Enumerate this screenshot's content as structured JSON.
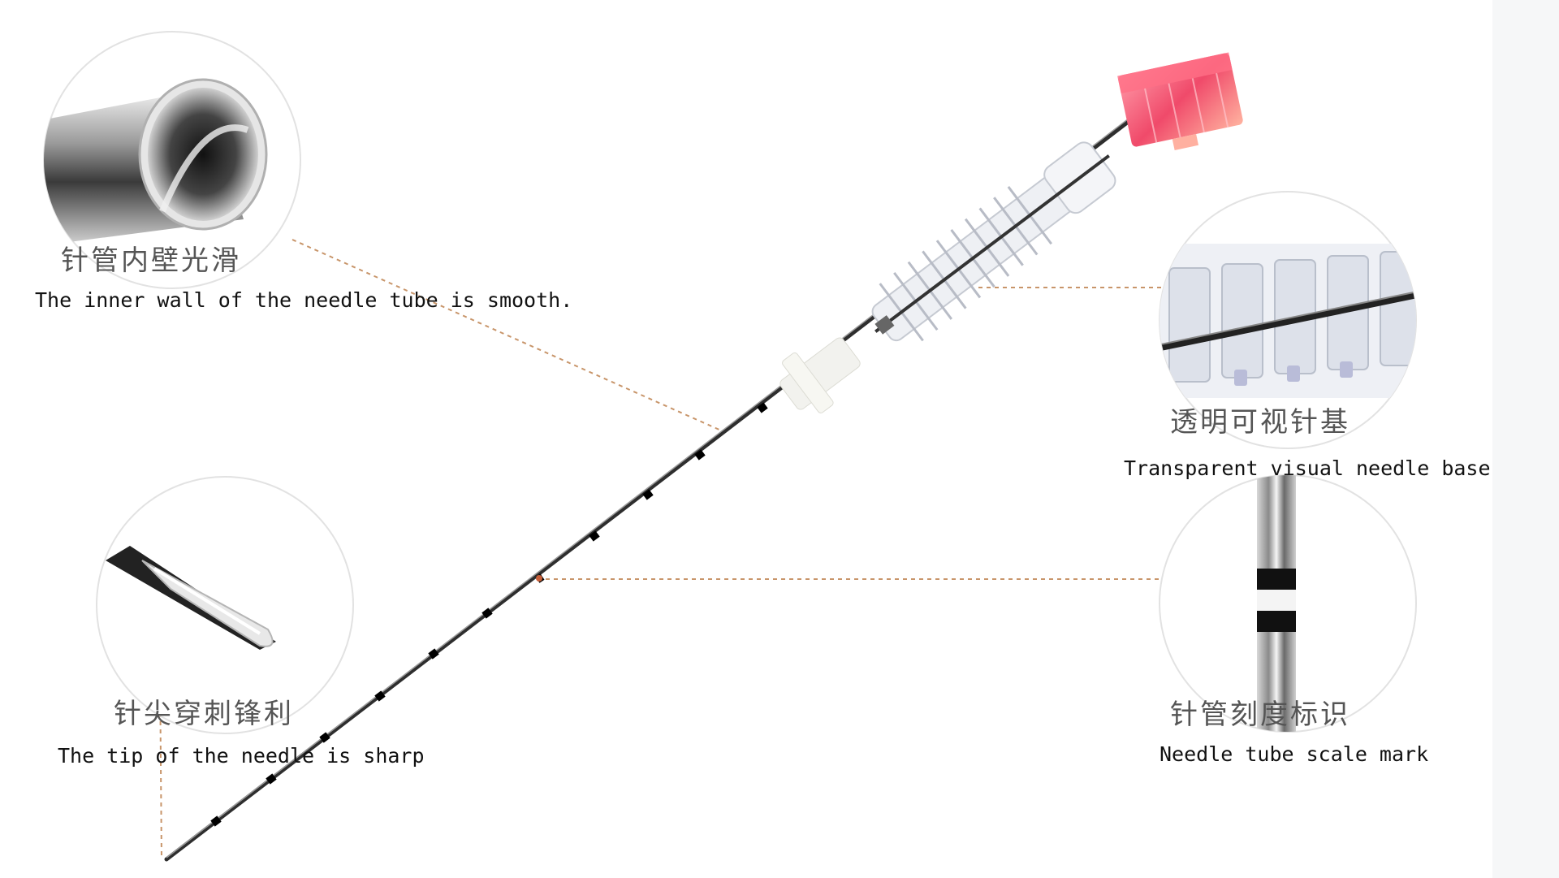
{
  "labels": {
    "inner_wall": {
      "cn": "针管内壁光滑",
      "en": "The inner wall of the needle tube is smooth."
    },
    "tip": {
      "cn": "针尖穿刺锋利",
      "en": "The tip of the needle is sharp"
    },
    "base": {
      "cn": "透明可视针基",
      "en": "Transparent visual needle base"
    },
    "scale": {
      "cn": "针管刻度标识",
      "en": "Needle tube scale mark"
    }
  },
  "colors": {
    "leader_line": "#c8956a",
    "hub": "#f0607a",
    "needle": "#333333",
    "circle_border": "#e2e2e2"
  }
}
